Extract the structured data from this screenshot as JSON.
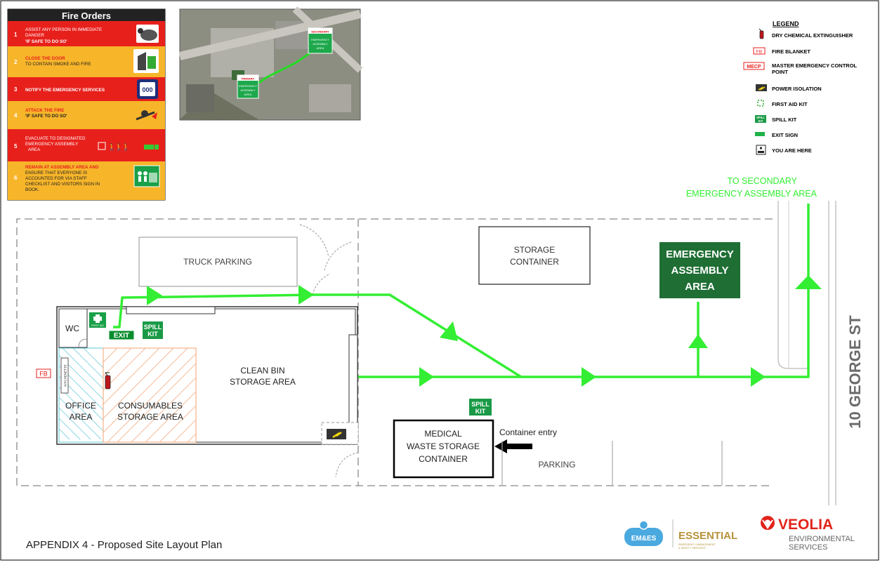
{
  "fire_orders": {
    "title": "Fire Orders",
    "steps": [
      {
        "num": "1",
        "lines": [
          "ASSIST ANY PERSON IN IMMEDIATE",
          "DANGER",
          "'IF SAFE TO DO SO'"
        ]
      },
      {
        "num": "2",
        "lines": [
          "CLOSE THE DOOR",
          "TO CONTAIN SMOKE AND FIRE"
        ]
      },
      {
        "num": "3",
        "lines": [
          "NOTIFY THE EMERGENCY SERVICES"
        ]
      },
      {
        "num": "4",
        "lines": [
          "ATTACK THE FIRE",
          "'IF SAFE TO DO SO'"
        ]
      },
      {
        "num": "5",
        "lines": [
          "EVACUATE TO DESIGNATED",
          "EMERGENCY ASSEMBLY",
          "AREA"
        ]
      },
      {
        "num": "6",
        "lines": [
          "REMAIN AT ASSEMBLY AREA AND",
          "ENSURE THAT EVERYONE IS",
          "ACCOUNTED FOR VIA STAFF",
          "CHECKLIST AND VISITORS SIGN IN",
          "BOOK."
        ]
      }
    ],
    "phone_number": "000",
    "colors": {
      "red": "#e8201c",
      "yellow": "#f7b52a",
      "header": "#222222"
    }
  },
  "aerial": {
    "primary_label": [
      "PRIMARY",
      "EMERGENCY",
      "ASSEMBLY",
      "AREA"
    ],
    "secondary_label": [
      "SECONDARY",
      "EMERGENCY",
      "ASSEMBLY",
      "AREA"
    ]
  },
  "legend": {
    "title": "LEGEND",
    "items": [
      {
        "icon": "extinguisher-icon",
        "label": "DRY CHEMICAL EXTINGUISHER"
      },
      {
        "icon": "fire-blanket-icon",
        "label": "FIRE BLANKET",
        "code": "FB"
      },
      {
        "icon": "mecp-icon",
        "label": "MASTER EMERGENCY CONTROL POINT",
        "code": "MECP"
      },
      {
        "icon": "power-isolation-icon",
        "label": "POWER ISOLATION"
      },
      {
        "icon": "first-aid-icon",
        "label": "FIRST AID KIT"
      },
      {
        "icon": "spill-kit-icon",
        "label": "SPILL KIT"
      },
      {
        "icon": "exit-sign-icon",
        "label": "EXIT SIGN"
      },
      {
        "icon": "you-are-here-icon",
        "label": "YOU ARE HERE"
      }
    ]
  },
  "plan": {
    "truck_parking": "TRUCK PARKING",
    "storage_container": [
      "STORAGE",
      "CONTAINER"
    ],
    "assembly_area": [
      "EMERGENCY",
      "ASSEMBLY",
      "AREA"
    ],
    "to_secondary": [
      "TO SECONDARY",
      "EMERGENCY ASSEMBLY AREA"
    ],
    "street": "10 GEORGE ST",
    "wc": "WC",
    "exit": "EXIT",
    "spill_kit": [
      "SPILL",
      "KIT"
    ],
    "fire_blanket": "FB",
    "kitchenette": "KITCHENETTE",
    "first_aid_caption": "FIRST AID",
    "office": [
      "OFFICE",
      "AREA"
    ],
    "consumables": [
      "CONSUMABLES",
      "STORAGE AREA"
    ],
    "clean_bin": [
      "CLEAN BIN",
      "STORAGE AREA"
    ],
    "medical_waste": [
      "MEDICAL",
      "WASTE STORAGE",
      "CONTAINER"
    ],
    "container_entry": "Container entry",
    "parking": "PARKING",
    "route_color": "#33ee33",
    "assembly_color": "#1f6e34"
  },
  "footer": {
    "caption": "APPENDIX 4 - Proposed Site Layout Plan",
    "emes": "EM&ES",
    "essential": "ESSENTIAL",
    "essential_sub": [
      "EMERGENCY MANAGEMENT",
      "& SAFETY SERVICES"
    ],
    "veolia": "VEOLIA",
    "veolia_sub": [
      "ENVIRONMENTAL",
      "SERVICES"
    ]
  }
}
